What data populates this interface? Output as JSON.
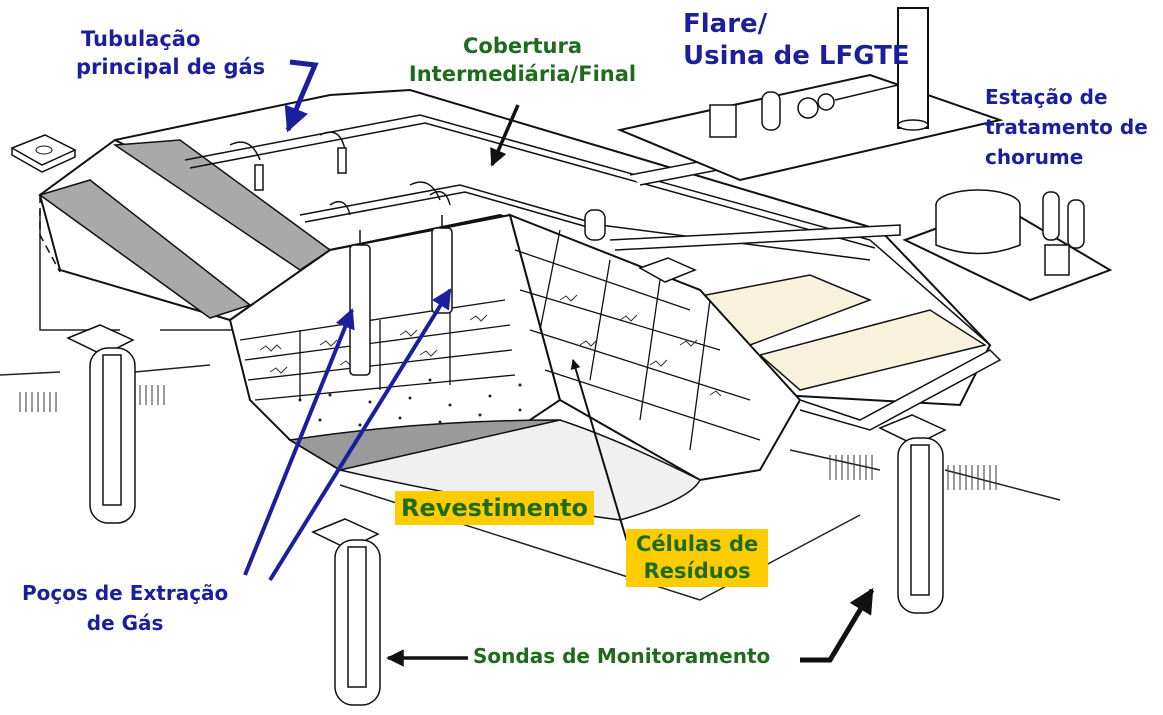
{
  "colors": {
    "blue_label": "#1b1f9e",
    "green_label": "#1e6b1e",
    "highlight": "#ffcc00",
    "line": "#111111",
    "gray_strip": "#a9a9a9",
    "cream_cover": "#f8f2dc"
  },
  "labels": {
    "main_gas_pipe_l1": "Tubulação",
    "main_gas_pipe_l2": "principal de gás",
    "cover_l1": "Cobertura",
    "cover_l2": "Intermediária/Final",
    "flare_l1": "Flare/",
    "flare_l2": "Usina de LFGTE",
    "leachate_l1": "Estação de",
    "leachate_l2": "tratamento de",
    "leachate_l3": "chorume",
    "liner": "Revestimento",
    "cells_l1": "Células de",
    "cells_l2": "Resíduos",
    "wells_l1": "Poços de Extração",
    "wells_l2": "de Gás",
    "probes": "Sondas de Monitoramento"
  }
}
